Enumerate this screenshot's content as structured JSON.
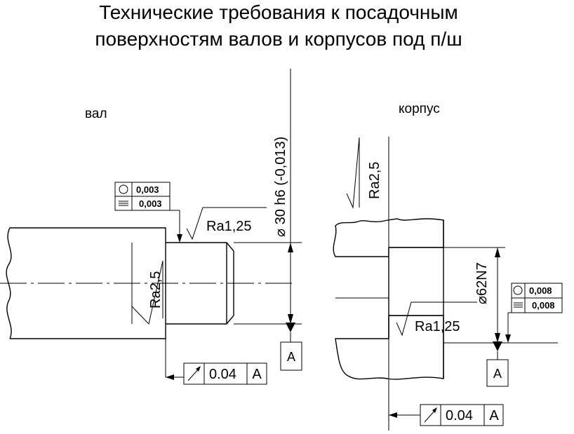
{
  "title": {
    "line1": "Технические требования к посадочным",
    "line2": "поверхностям валов и корпусов под п/ш"
  },
  "shaft": {
    "label": "вал",
    "diameter_text": "⌀ 30 h6 (-0,013)",
    "roughness_shoulder": "Ra2,5",
    "roughness_journal": "Ra1,25",
    "tolerances": [
      {
        "symbol": "circularity-icon",
        "value": "0,003"
      },
      {
        "symbol": "parallelism-icon",
        "value": "0,003"
      }
    ],
    "runout": {
      "symbol": "runout-arrow-icon",
      "value": "0.04",
      "datum": "A"
    },
    "datum": "A"
  },
  "housing": {
    "label": "корпус",
    "diameter_text": "⌀62N7",
    "roughness_shoulder": "Ra2,5",
    "roughness_bore": "Ra1,25",
    "tolerances": [
      {
        "symbol": "circularity-icon",
        "value": "0,008"
      },
      {
        "symbol": "parallelism-icon",
        "value": "0,008"
      }
    ],
    "runout": {
      "symbol": "runout-arrow-icon",
      "value": "0.04",
      "datum": "A"
    },
    "datum": "A"
  }
}
